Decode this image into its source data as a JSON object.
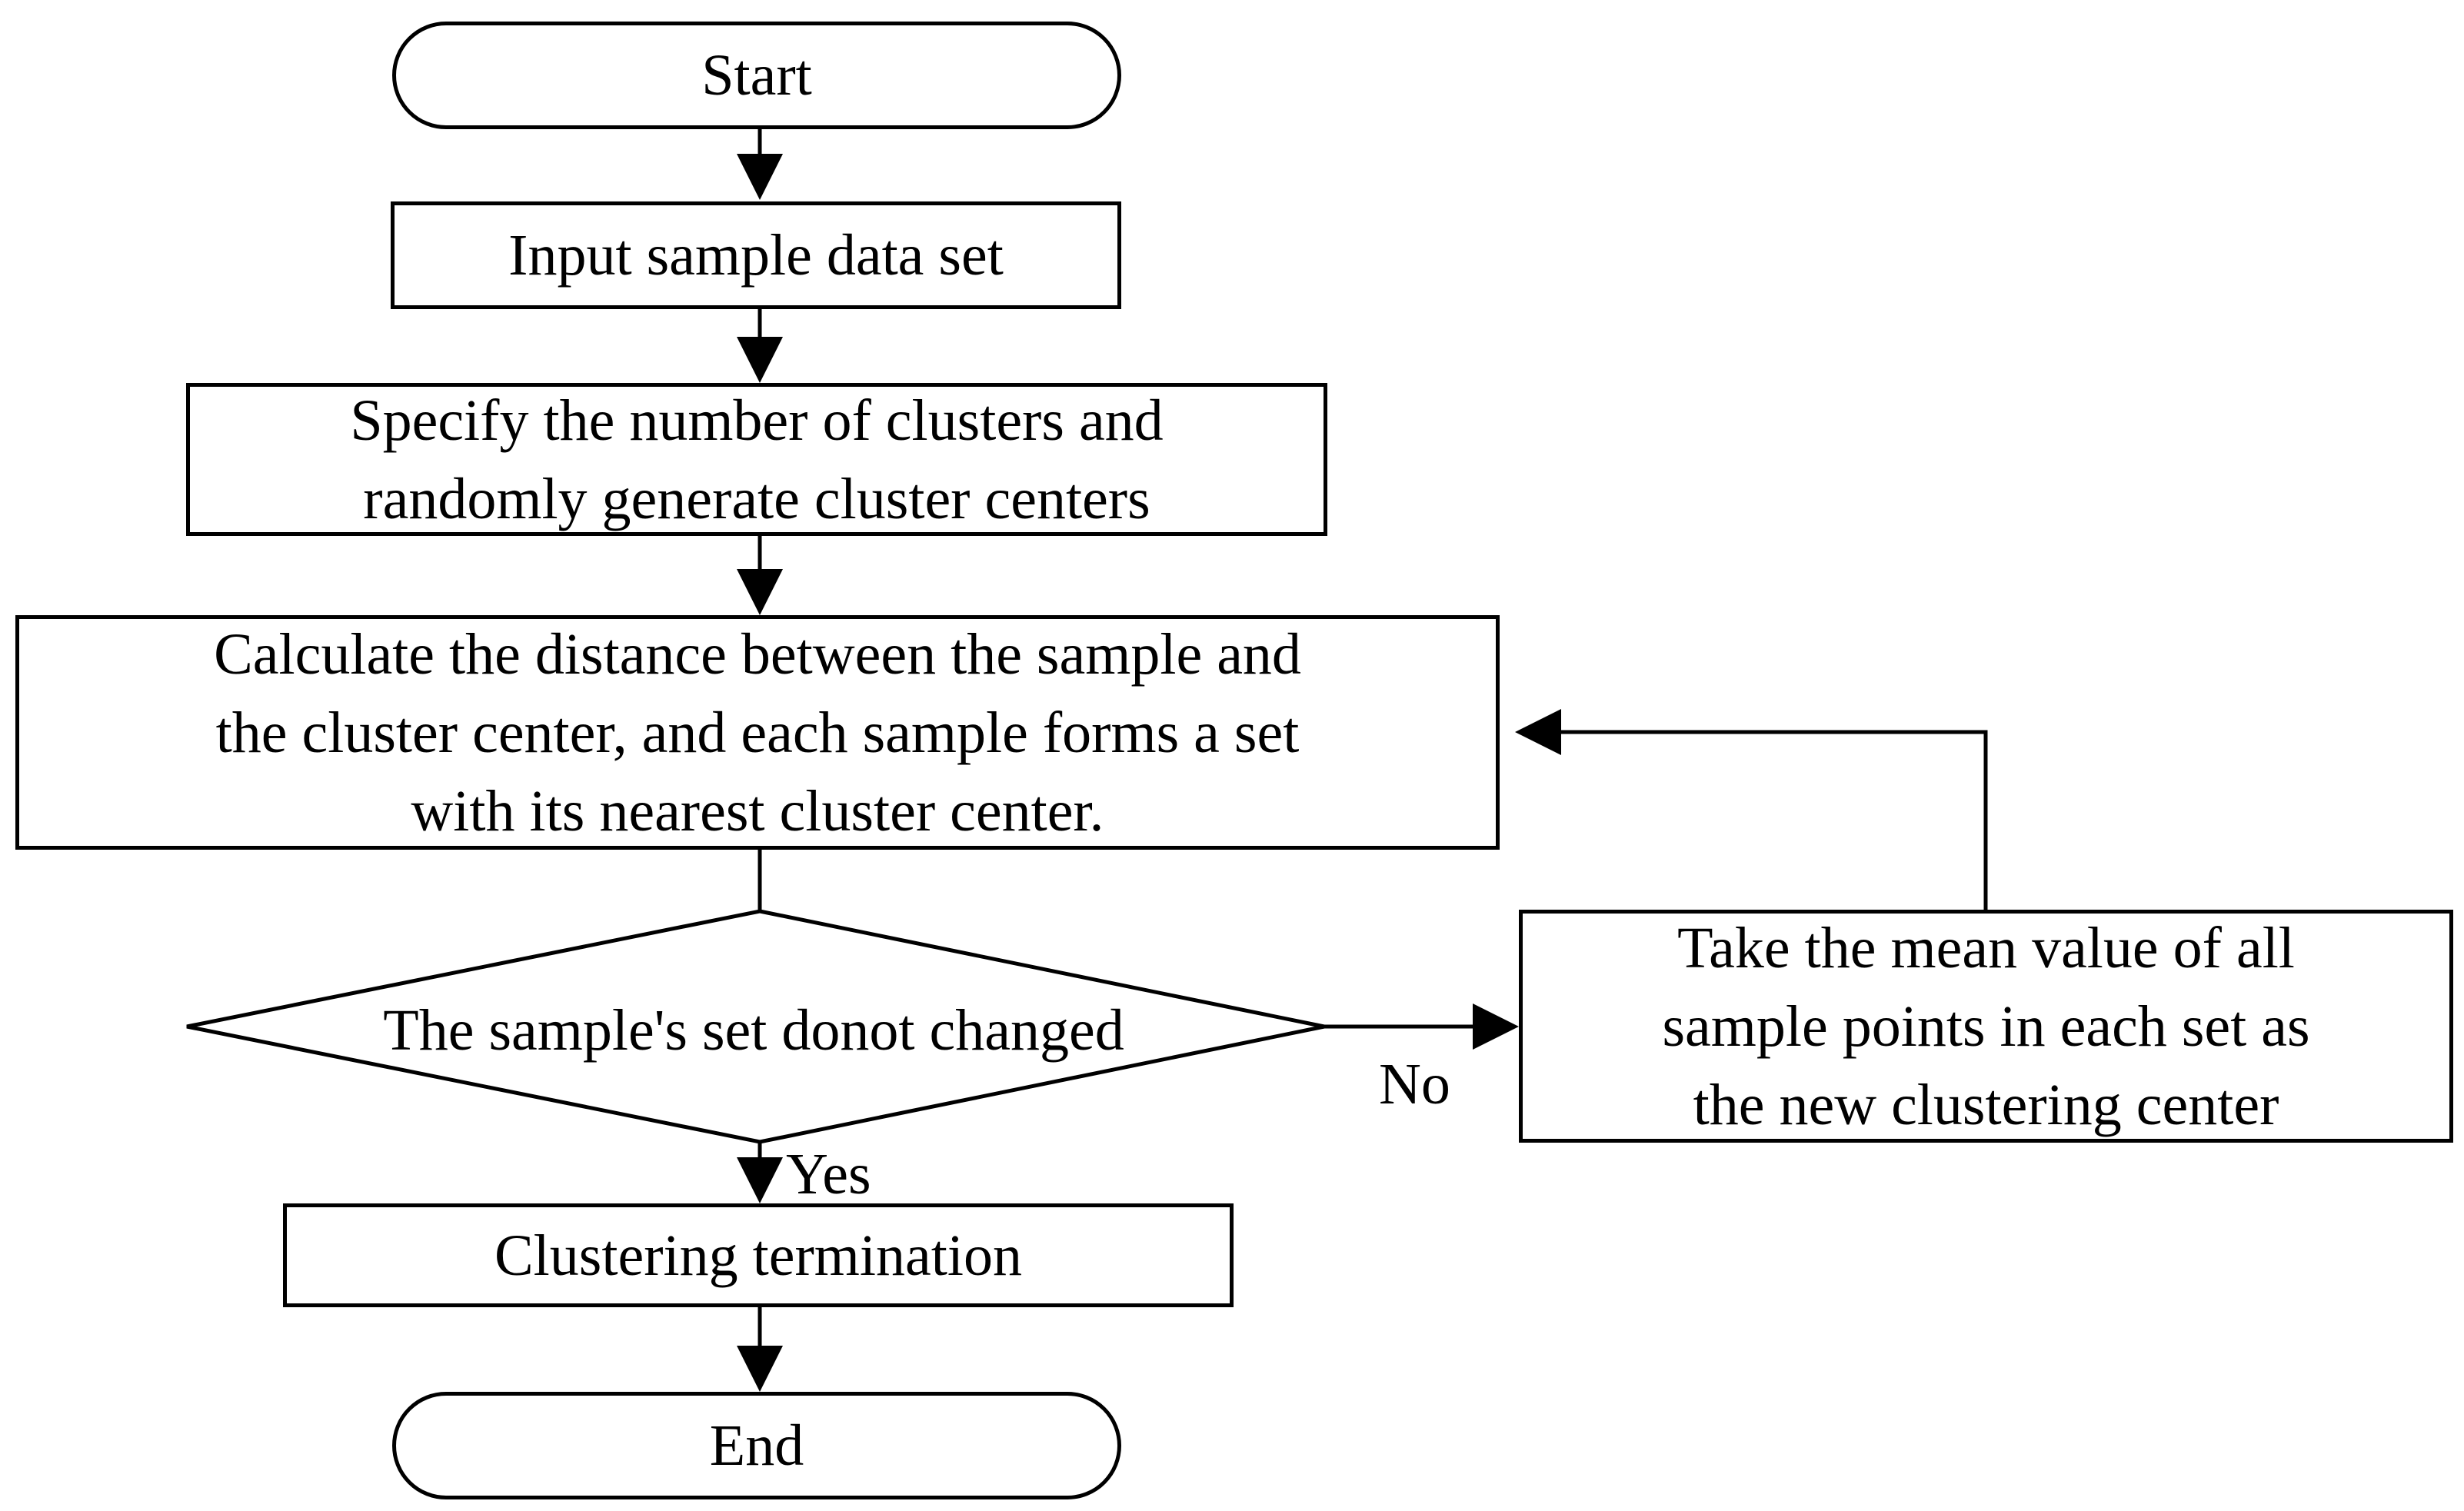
{
  "flowchart": {
    "start": "Start",
    "input": "Input sample data set",
    "specify": "Specify the number of clusters and\nrandomly generate cluster centers",
    "calculate": "Calculate the distance between the sample and\nthe cluster center, and each sample forms a set\nwith its nearest cluster center.",
    "decision": "The sample's set donot changed",
    "no_label": "No",
    "yes_label": "Yes",
    "update": "Take the mean value of all\nsample points in each set as\nthe new clustering center",
    "termination": "Clustering termination",
    "end": "End"
  },
  "colors": {
    "stroke": "#000000",
    "background": "#ffffff"
  }
}
